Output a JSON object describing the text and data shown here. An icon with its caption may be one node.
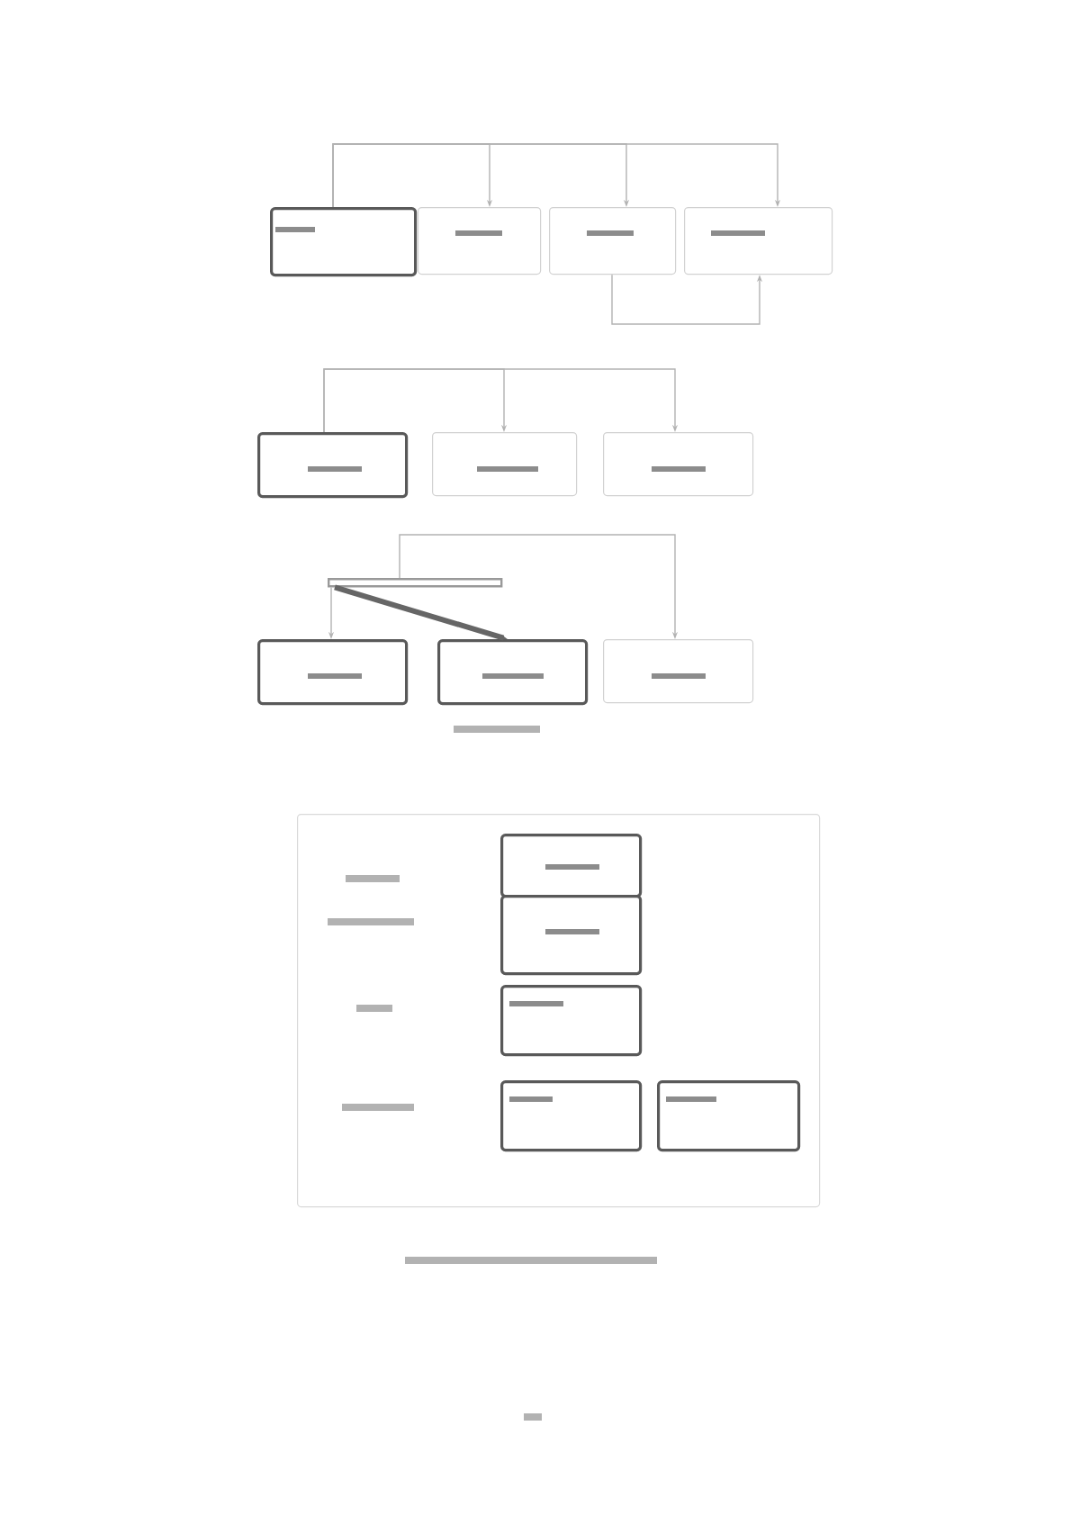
{
  "diagram": {
    "nodes": [
      {
        "text": [],
        "shape": "box"
      },
      {
        "text": [],
        "shape": "box"
      },
      {
        "text": [],
        "shape": "box"
      },
      {
        "text": [],
        "shape": "box"
      },
      {
        "text": [],
        "shape": "box"
      },
      {
        "text": [],
        "shape": "box"
      },
      {
        "text": [],
        "shape": "box"
      },
      {
        "text": [],
        "shape": "bar"
      },
      {
        "text": [],
        "shape": "box"
      },
      {
        "text": [],
        "shape": "box"
      },
      {
        "text": [],
        "shape": "box"
      },
      {
        "text": [],
        "shape": "box"
      },
      {
        "text": [],
        "shape": "box",
        "in": 11
      },
      {
        "text": [],
        "shape": "box",
        "in": 11
      },
      {
        "text": [],
        "shape": "box",
        "in": 11
      },
      {
        "text": [],
        "shape": "box",
        "in": 11
      },
      {
        "text": [],
        "shape": "box",
        "in": 11
      }
    ],
    "edges": [
      {
        "from": 0,
        "to": 1,
        "arrow": "to"
      },
      {
        "from": 0,
        "to": 2,
        "arrow": "to"
      },
      {
        "from": 0,
        "to": 3,
        "arrow": "to"
      },
      {
        "from": 2,
        "to": 3,
        "arrow": "to"
      },
      {
        "from": 4,
        "to": 5,
        "arrow": "to"
      },
      {
        "from": 4,
        "to": 6,
        "arrow": "to"
      },
      {
        "from": 7,
        "to": 8,
        "arrow": "to"
      },
      {
        "from": 7,
        "to": 9,
        "arrow": "to",
        "style": "thick"
      },
      {
        "from": 7,
        "to": 10,
        "arrow": "to"
      }
    ]
  }
}
